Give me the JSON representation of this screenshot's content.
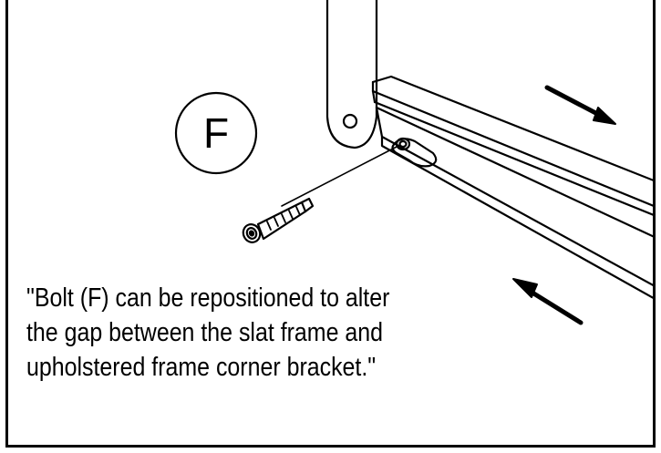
{
  "diagram": {
    "part_label": "F",
    "caption_lines": [
      "\"Bolt (F) can be repositioned to alter",
      "the gap between the slat frame and",
      "upholstered frame corner bracket.\""
    ],
    "colors": {
      "line": "#000000",
      "background": "#ffffff"
    }
  }
}
